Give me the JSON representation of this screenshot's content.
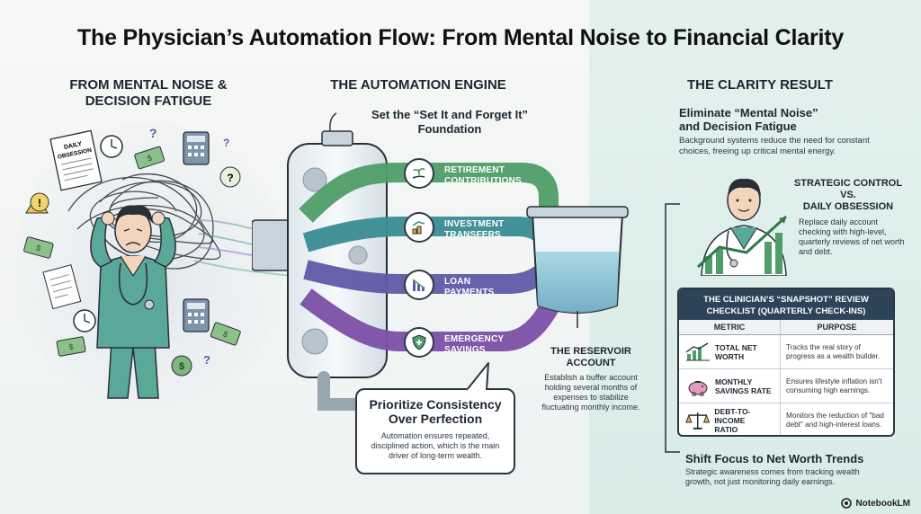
{
  "title": "The Physician’s Automation Flow: From Mental Noise to Financial Clarity",
  "left_section": {
    "heading_line1": "FROM MENTAL NOISE &",
    "heading_line2": "DECISION FATIGUE",
    "paper_label_line1": "DAILY",
    "paper_label_line2": "OBSESSION"
  },
  "engine_section": {
    "heading": "THE AUTOMATION ENGINE",
    "foundation_line1": "Set the “Set It and Forget It”",
    "foundation_line2": "Foundation",
    "pipes": [
      {
        "line1": "RETIREMENT",
        "line2": "CONTRIBUTIONS",
        "color": "#4f9d68",
        "icon": "hand-plant-icon"
      },
      {
        "line1": "INVESTMENT",
        "line2": "TRANSFERS",
        "color": "#3a8c93",
        "icon": "chart-coins-icon"
      },
      {
        "line1": "LOAN",
        "line2": "PAYMENTS",
        "color": "#5e5aa6",
        "icon": "bar-decline-icon"
      },
      {
        "line1": "EMERGENCY",
        "line2": "SAVINGS",
        "color": "#7b4fa6",
        "icon": "shield-plus-icon"
      }
    ],
    "callout_title_line1": "Prioritize Consistency",
    "callout_title_line2": "Over Perfection",
    "callout_text": "Automation ensures repeated, disciplined action, which is the main driver of long-term wealth.",
    "reservoir_title_line1": "THE RESERVOIR",
    "reservoir_title_line2": "ACCOUNT",
    "reservoir_text": "Establish a buffer account holding several months of expenses to stabilize fluctuating monthly income."
  },
  "clarity_section": {
    "heading": "THE CLARITY RESULT",
    "eliminate_title_line1": "Eliminate “Mental Noise”",
    "eliminate_title_line2": "and Decision Fatigue",
    "eliminate_text": "Background systems reduce the need for constant choices, freeing up critical mental energy.",
    "strategic_title_line1": "STRATEGIC CONTROL",
    "strategic_title_line2": "VS.",
    "strategic_title_line3": "DAILY OBSESSION",
    "strategic_text": "Replace daily account checking with high-level, quarterly reviews of net worth and debt.",
    "table": {
      "title_line1": "THE CLINICIAN’S “SNAPSHOT” REVIEW",
      "title_line2": "CHECKLIST (QUARTERLY CHECK-INS)",
      "col_metric": "METRIC",
      "col_purpose": "PURPOSE",
      "rows": [
        {
          "metric_line1": "TOTAL NET",
          "metric_line2": "WORTH",
          "purpose": "Tracks the real story of progress as a wealth builder.",
          "icon": "growth-chart-icon"
        },
        {
          "metric_line1": "MONTHLY",
          "metric_line2": "SAVINGS RATE",
          "purpose": "Ensures lifestyle inflation isn't consuming high earnings.",
          "icon": "piggy-bank-icon"
        },
        {
          "metric_line1": "DEBT-TO-INCOME",
          "metric_line2": "RATIO",
          "purpose": "Monitors the reduction of \"bad debt\" and high-interest loans.",
          "icon": "scales-icon"
        }
      ]
    },
    "shift_title": "Shift Focus to Net Worth Trends",
    "shift_text": "Strategic awareness comes from tracking wealth growth, not just monitoring daily earnings."
  },
  "footer": {
    "brand": "NotebookLM"
  },
  "colors": {
    "green": "#4f9d68",
    "teal": "#3a8c93",
    "indigo": "#5e5aa6",
    "purple": "#7b4fa6",
    "navy": "#2c4358",
    "scrubs": "#5aa89a"
  }
}
